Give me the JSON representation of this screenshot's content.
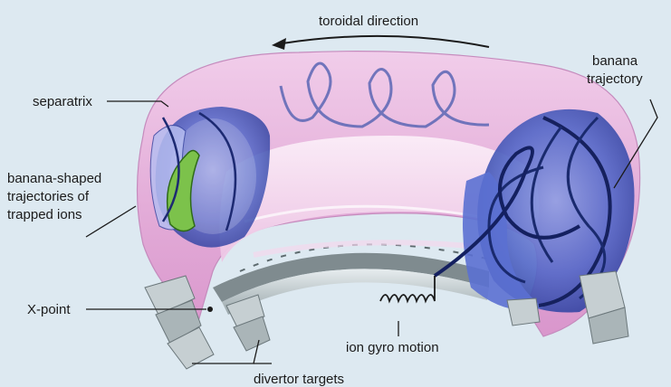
{
  "labels": {
    "toroidal_direction": "toroidal direction",
    "separatrix": "separatrix",
    "banana_shaped_line1": "banana-shaped",
    "banana_shaped_line2": "trajectories of",
    "banana_shaped_line3": "trapped ions",
    "x_point": "X-point",
    "banana_trajectory_line1": "banana",
    "banana_trajectory_line2": "trajectory",
    "ion_gyro_motion": "ion gyro motion",
    "divertor_targets": "divertor targets"
  },
  "colors": {
    "background": "#dde9f1",
    "torus_pink": "#e7b6dd",
    "torus_inner": "#f6dff1",
    "plasma_blue": "#3f55b8",
    "trajectory_dark_blue": "#1a2a6e",
    "trapped_ion_green": "#7cc24b",
    "divertor_grey": "#b9c3c6"
  }
}
